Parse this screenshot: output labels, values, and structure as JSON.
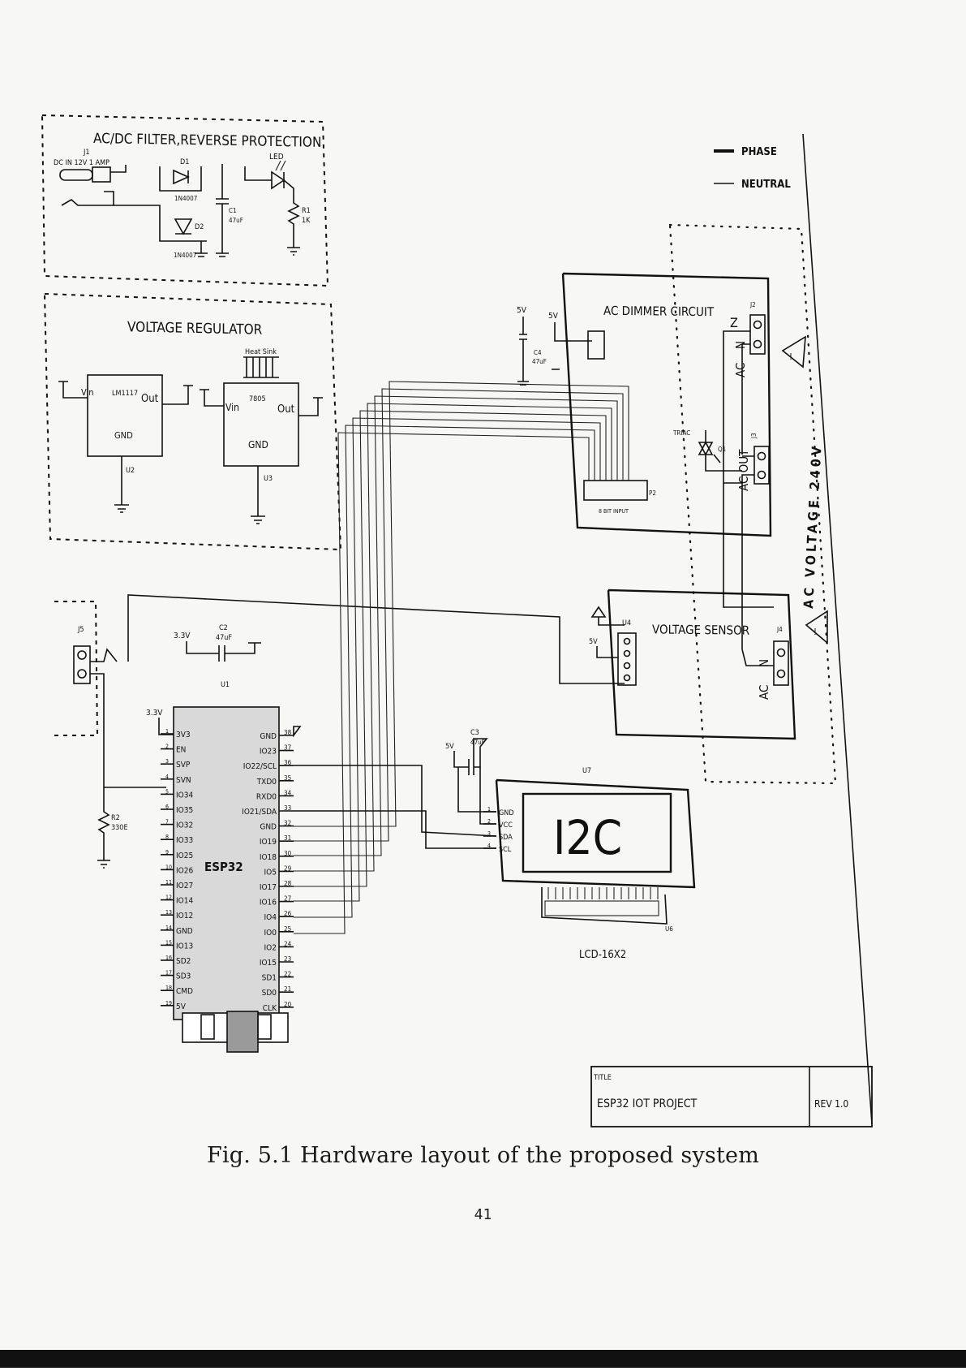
{
  "figure": {
    "caption": "Fig. 5.1 Hardware layout of the proposed system",
    "page_number": "41"
  },
  "legend": {
    "phase": "PHASE",
    "neutral": "NEUTRAL"
  },
  "blocks": {
    "ac_dc_filter": {
      "title": "AC/DC FILTER,REVERSE PROTECTION",
      "input_label": "DC IN 12V 1 AMP",
      "jack": "J1",
      "diode1": "D1",
      "diode1_part": "1N4007",
      "diode2": "D2",
      "diode2_part": "1N4007",
      "cap": "C1",
      "cap_value": "47uF",
      "led": "LED",
      "resistor": "R1",
      "resistor_value": "1K"
    },
    "voltage_regulator": {
      "title": "VOLTAGE REGULATOR",
      "reg1_part": "LM1117",
      "reg1_vin": "Vin",
      "reg1_out": "Out",
      "reg1_gnd": "GND",
      "reg1_ref": "U2",
      "reg2_part": "7805",
      "reg2_vin": "Vin",
      "reg2_out": "Out",
      "reg2_gnd": "GND",
      "reg2_ref": "U3",
      "heatsink": "Heat Sink"
    },
    "esp32": {
      "ref": "U1",
      "name": "ESP32",
      "left_pins": [
        "3V3",
        "EN",
        "SVP",
        "SVN",
        "IO34",
        "IO35",
        "IO32",
        "IO33",
        "IO25",
        "IO26",
        "IO27",
        "IO14",
        "IO12",
        "GND",
        "IO13",
        "SD2",
        "SD3",
        "CMD",
        "5V"
      ],
      "right_pins": [
        "GND",
        "IO23",
        "IO22/SCL",
        "TXD0",
        "RXD0",
        "IO21/SDA",
        "GND",
        "IO19",
        "IO18",
        "IO5",
        "IO17",
        "IO16",
        "IO4",
        "IO0",
        "IO2",
        "IO15",
        "SD1",
        "SD0",
        "CLK"
      ],
      "right_pin_numbers": [
        "38",
        "37",
        "36",
        "35",
        "34",
        "33",
        "32",
        "31",
        "30",
        "29",
        "28",
        "27",
        "26",
        "25",
        "24",
        "23",
        "22",
        "21",
        "20"
      ],
      "supply_label": "3.3V",
      "cap": "C2",
      "cap_value": "47uF",
      "cap_supply": "3.3V",
      "resistor": "R2",
      "resistor_value": "330E",
      "connector": "J5"
    },
    "ac_dimmer": {
      "title": "AC DIMMER CIRCUIT",
      "supply": "5V",
      "supply2": "5V",
      "cap": "C4",
      "cap_value": "47uF",
      "header": "P2",
      "header_label": "8 BIT INPUT",
      "triac": "TRIAC",
      "triac_ref": "Q1",
      "ac_label": "AC",
      "n_label": "N",
      "z_label": "Z",
      "j2": "J2",
      "j3": "J3",
      "ac_out": "AC OUT"
    },
    "voltage_sensor": {
      "title": "VOLTAGE SENSOR",
      "ref": "U4",
      "supply": "5V",
      "j4": "J4",
      "ac_label": "AC",
      "n_label": "N"
    },
    "lcd": {
      "ref": "U7",
      "display_text": "I2C",
      "pins": [
        "GND",
        "VCC",
        "SDA",
        "SCL"
      ],
      "pin_numbers": [
        "1",
        "2",
        "3",
        "4"
      ],
      "name": "LCD-16X2",
      "lcd_ref": "U6",
      "supply": "5V",
      "cap": "C3",
      "cap_value": "47uF"
    },
    "ac_voltage": {
      "label": "AC VOLTAGE 240V"
    },
    "title_block": {
      "title_label": "TITLE",
      "title": "ESP32 IOT PROJECT",
      "rev": "REV 1.0"
    }
  }
}
